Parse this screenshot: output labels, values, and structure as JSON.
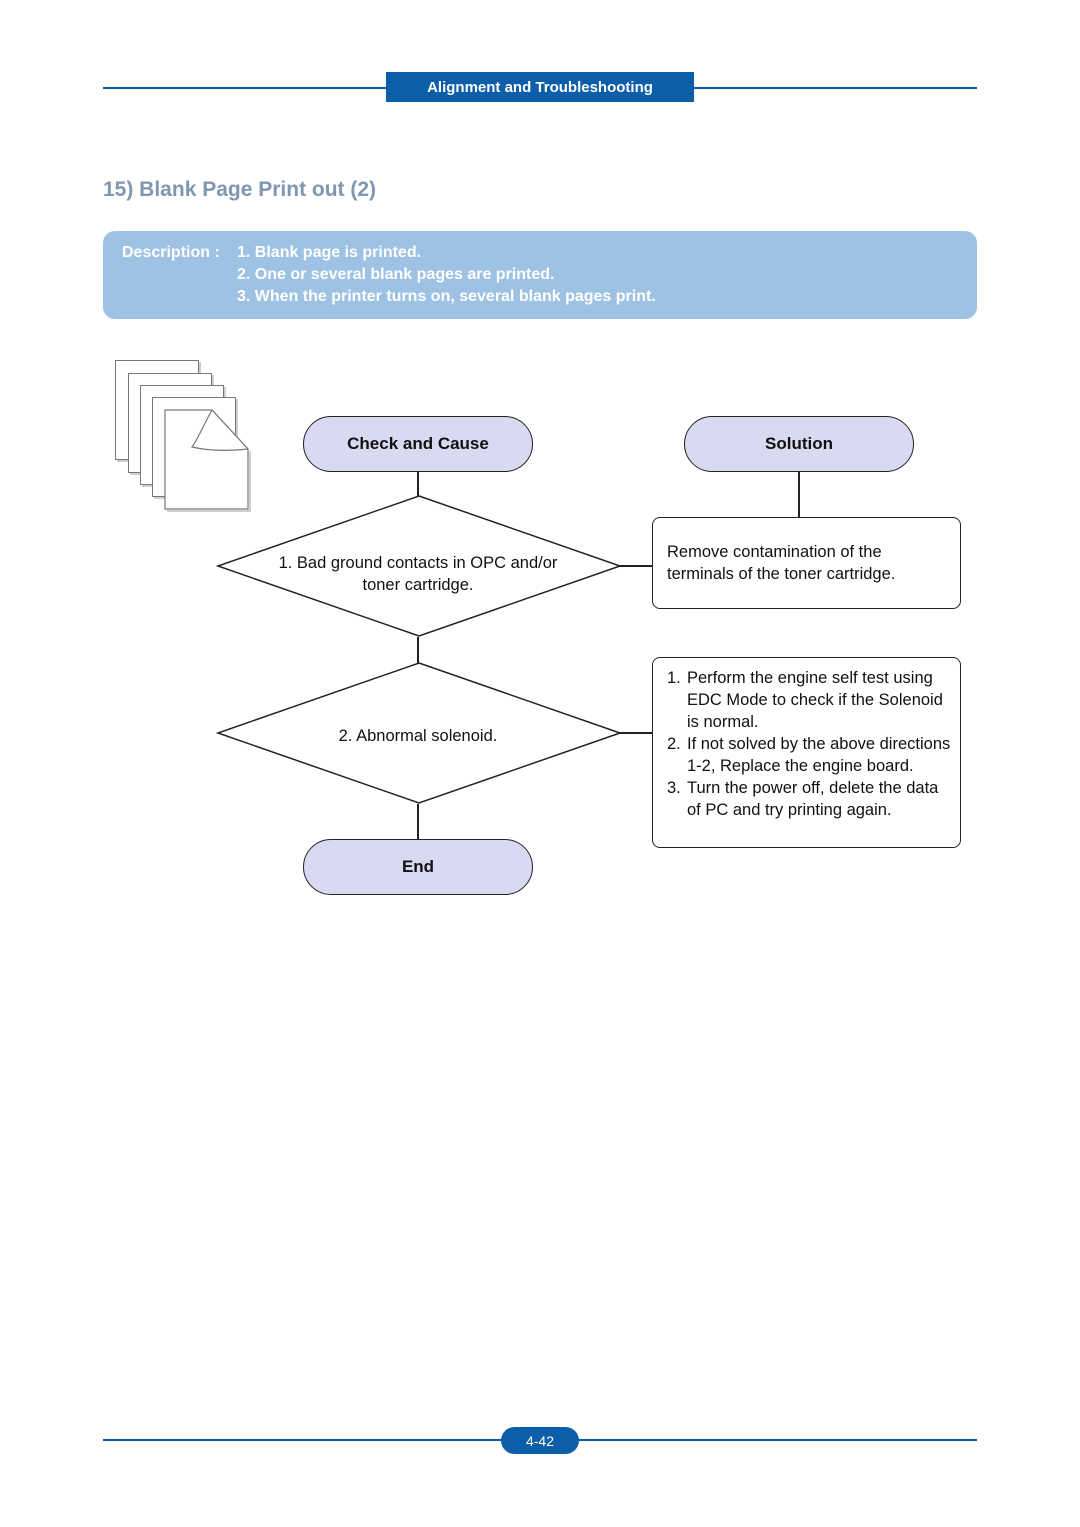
{
  "header": {
    "tab_label": "Alignment and Troubleshooting"
  },
  "section": {
    "title": "15) Blank Page Print out (2)"
  },
  "description": {
    "prefix": "Description :",
    "items": [
      "1. Blank page is printed.",
      "2. One or several blank pages are printed.",
      "3. When the printer turns on, several blank pages print."
    ]
  },
  "flow": {
    "check_header": "Check and Cause",
    "solution_header": "Solution",
    "end_label": "End",
    "steps": [
      {
        "cause_lines": [
          "1. Bad ground contacts in OPC and/or",
          "toner cartridge."
        ],
        "solution_lines": [
          "Remove contamination of the",
          "terminals of the toner cartridge."
        ]
      },
      {
        "cause_lines": [
          "2. Abnormal solenoid."
        ],
        "solution_items": [
          {
            "num": "1.",
            "text": "Perform the engine self test using EDC Mode to check if the Solenoid is normal."
          },
          {
            "num": "2.",
            "text": "If not solved by the above directions 1-2, Replace the engine board."
          },
          {
            "num": "3.",
            "text": "Turn the power off, delete the data of PC and try printing again."
          }
        ]
      }
    ]
  },
  "footer": {
    "page_number": "4-42"
  },
  "colors": {
    "brand_blue": "#0d5ea8",
    "title_gray_blue": "#7f97b1",
    "description_bg": "#9ec2e4",
    "oval_fill": "#d9d9f2"
  }
}
